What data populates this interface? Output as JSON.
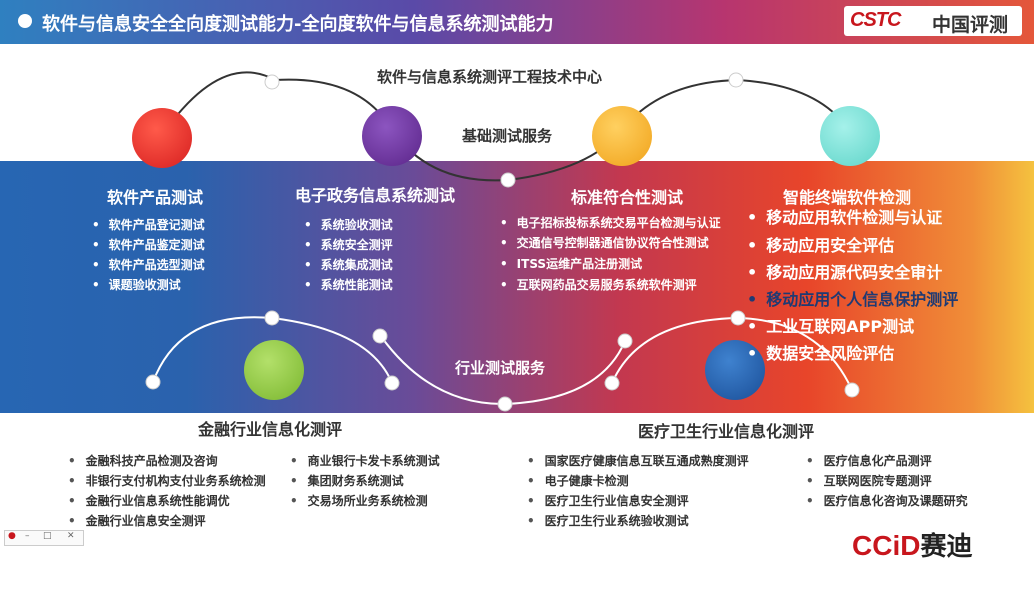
{
  "header": {
    "title": "软件与信息安全全向度测试能力-全向度软件与信息系统测试能力",
    "logo_en": "CSTC",
    "logo_cn": "中国评测"
  },
  "center": {
    "title": "软件与信息系统测评工程技术中心",
    "basic_services": "基础测试服务",
    "industry_services": "行业测试服务"
  },
  "columns": [
    {
      "title": "软件产品测试",
      "color": "#e6322b",
      "items": [
        "软件产品登记测试",
        "软件产品鉴定测试",
        "软件产品选型测试",
        "课题验收测试"
      ]
    },
    {
      "title": "电子政务信息系统测试",
      "color": "#6a2f9a",
      "items": [
        "系统验收测试",
        "系统安全测评",
        "系统集成测试",
        "系统性能测试"
      ]
    },
    {
      "title": "标准符合性测试",
      "color": "#f3b12a",
      "items": [
        "电子招标投标系统交易平台检测与认证",
        "交通信号控制器通信协议符合性测试",
        "ITSS运维产品注册测试",
        "互联网药品交易服务系统软件测评"
      ]
    },
    {
      "title": "智能终端软件检测",
      "color": "#7ae3da",
      "items": [
        "移动应用软件检测与认证",
        "移动应用安全评估",
        "移动应用源代码安全审计",
        "移动应用个人信息保护测评",
        "工业互联网APP测试",
        "数据安全风险评估"
      ]
    }
  ],
  "industries": [
    {
      "title": "金融行业信息化测评",
      "color": "#8dc63f",
      "items_left": [
        "金融科技产品检测及咨询",
        "非银行支付机构支付业务系统检测",
        "金融行业信息系统性能调优",
        "金融行业信息安全测评"
      ],
      "items_right": [
        "商业银行卡发卡系统测试",
        "集团财务系统测试",
        "交易场所业务系统检测"
      ]
    },
    {
      "title": "医疗卫生行业信息化测评",
      "color": "#1f5fa8",
      "items_left": [
        "国家医疗健康信息互联互通成熟度测评",
        "电子健康卡检测",
        "医疗卫生行业信息安全测评",
        "医疗卫生行业系统验收测试"
      ],
      "items_right": [
        "医疗信息化产品测评",
        "互联网医院专题测评",
        "医疗信息化咨询及课题研究"
      ]
    }
  ],
  "footer": {
    "logo_en": "CCiD",
    "logo_cn": "赛迪"
  }
}
